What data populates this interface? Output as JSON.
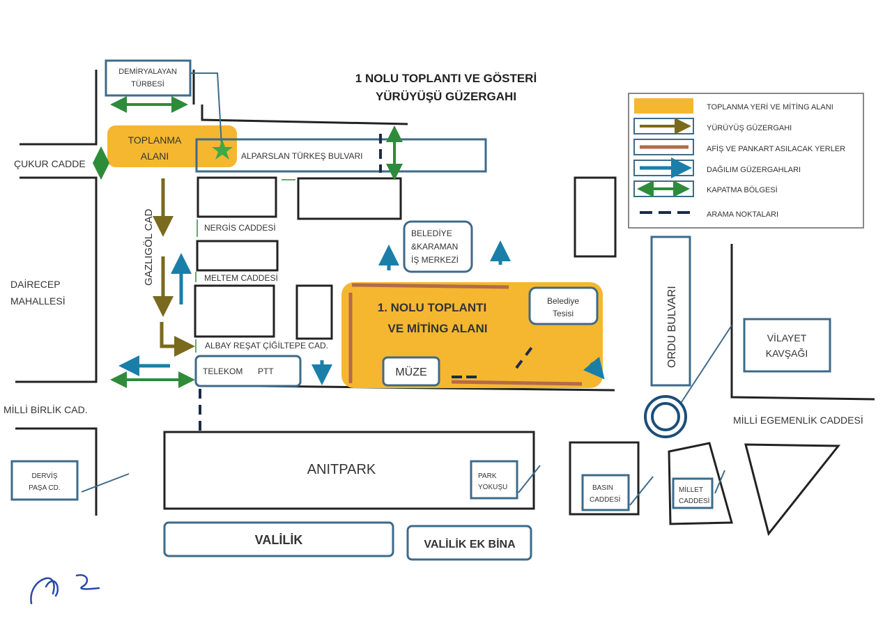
{
  "title": {
    "line1": "1 NOLU TOPLANTI VE GÖSTERİ",
    "line2": "YÜRÜYÜŞÜ GÜZERGAHI"
  },
  "colors": {
    "assembly": "#f5b730",
    "march": "#7a6a1e",
    "banner": "#b56a48",
    "dispersal": "#1a7fa8",
    "closure": "#2e8b3a",
    "search": "#1c2b4a",
    "outline": "#3d6a8a",
    "road": "#222222",
    "star": "#3daa4a"
  },
  "legend": {
    "items": [
      {
        "label": "TOPLANMA YERİ VE MİTİNG ALANI",
        "icon": "yellow-box-icon"
      },
      {
        "label": "YÜRÜYÜŞ GÜZERGAHI",
        "icon": "olive-arrow-icon"
      },
      {
        "label": "AFİŞ VE PANKART ASILACAK YERLER",
        "icon": "brown-bar-icon"
      },
      {
        "label": "DAĞILIM GÜZERGAHLARI",
        "icon": "blue-arrow-icon"
      },
      {
        "label": "KAPATMA BÖLGESİ",
        "icon": "green-double-arrow-icon"
      },
      {
        "label": "ARAMA NOKTALARI",
        "icon": "dashed-line-icon"
      }
    ]
  },
  "labels": {
    "demiryalayan_1": "DEMİRYALAYAN",
    "demiryalayan_2": "TÜRBESİ",
    "toplanma_1": "TOPLANMA",
    "toplanma_2": "ALANI",
    "alparslan": "ALPARSLAN TÜRKEŞ BULVARI",
    "cukur": "ÇUKUR CADDE",
    "gazligol": "GAZLIGÖL CAD",
    "nergis": "NERGİS CADDESİ",
    "meltem": "MELTEM CADDESİ",
    "albay": "ALBAY REŞAT ÇİĞİLTEPE CAD.",
    "dairecep_1": "DAİRECEP",
    "dairecep_2": "MAHALLESİ",
    "belediye_kar_1": "BELEDİYE",
    "belediye_kar_2": "&KARAMAN",
    "belediye_kar_3": "İŞ MERKEZİ",
    "miting_1": "1. NOLU TOPLANTI",
    "miting_2": "VE MİTİNG ALANI",
    "bel_tesisi_1": "Belediye",
    "bel_tesisi_2": "Tesisi",
    "telekom": "TELEKOM",
    "ptt": "PTT",
    "muze": "MÜZE",
    "ordu": "ORDU BULVARI",
    "vilayet_1": "VİLAYET",
    "vilayet_2": "KAVŞAĞI",
    "milli_birlik": "MİLLİ BİRLİK CAD.",
    "milli_egemenlik": "MİLLİ EGEMENLİK CADDESİ",
    "anitpark": "ANITPARK",
    "park_1": "PARK",
    "park_2": "YOKUŞU",
    "dervis_1": "DERVİŞ",
    "dervis_2": "PAŞA CD.",
    "basin_1": "BASIN",
    "basin_2": "CADDESİ",
    "millet_1": "MİLLET",
    "millet_2": "CADDESİ",
    "valilik": "VALİLİK",
    "valilik_ek": "VALİLİK EK BİNA"
  }
}
